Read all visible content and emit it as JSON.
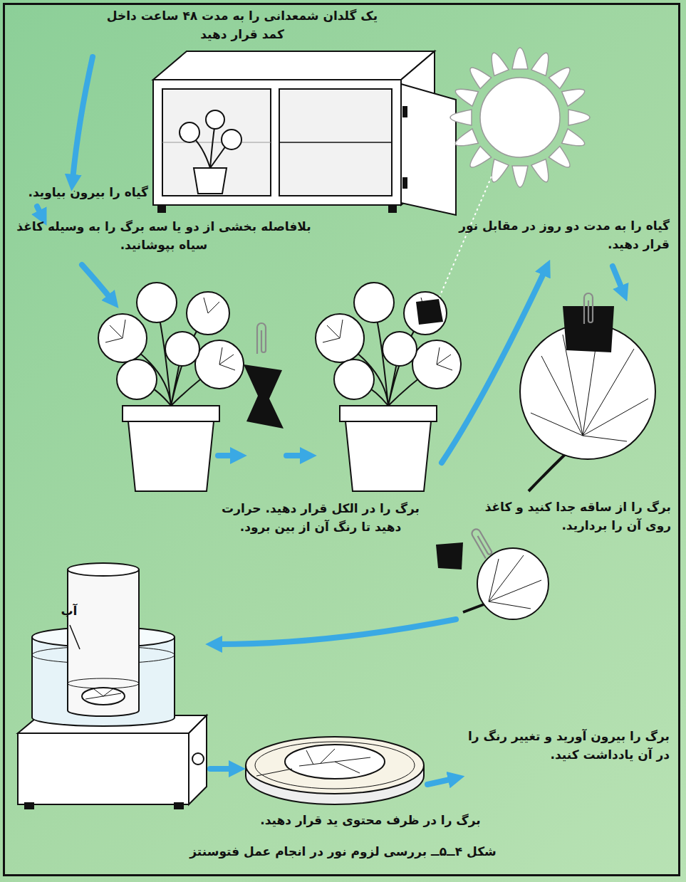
{
  "diagram": {
    "caption": "شکل ۴ــ۵ــ بررسی لزوم نور در انجام عمل فتوسنتز",
    "labels": [
      "یک گلدان شمعدانی را به مدت ۴۸ ساعت داخل کمد قرار دهید",
      "گیاه را بیرون بیاوید.",
      "بلافاصله بخشی از دو یا سه برگ را به وسیله کاغذ سیاه بپوشانید.",
      "گیاه را به مدت دو روز در مقابل نور قرار دهید.",
      "برگ را از ساقه جدا کنید و کاغذ روی آن را بردارید.",
      "برگ را در الکل قرار دهید. حرارت دهید تا رنگ آن از بین برود.",
      "آب",
      "برگ را بیرون آورید و تغییر رنگ را در آن یادداشت کنید.",
      "برگ را در ظرف محتوی ید قرار دهید."
    ]
  }
}
